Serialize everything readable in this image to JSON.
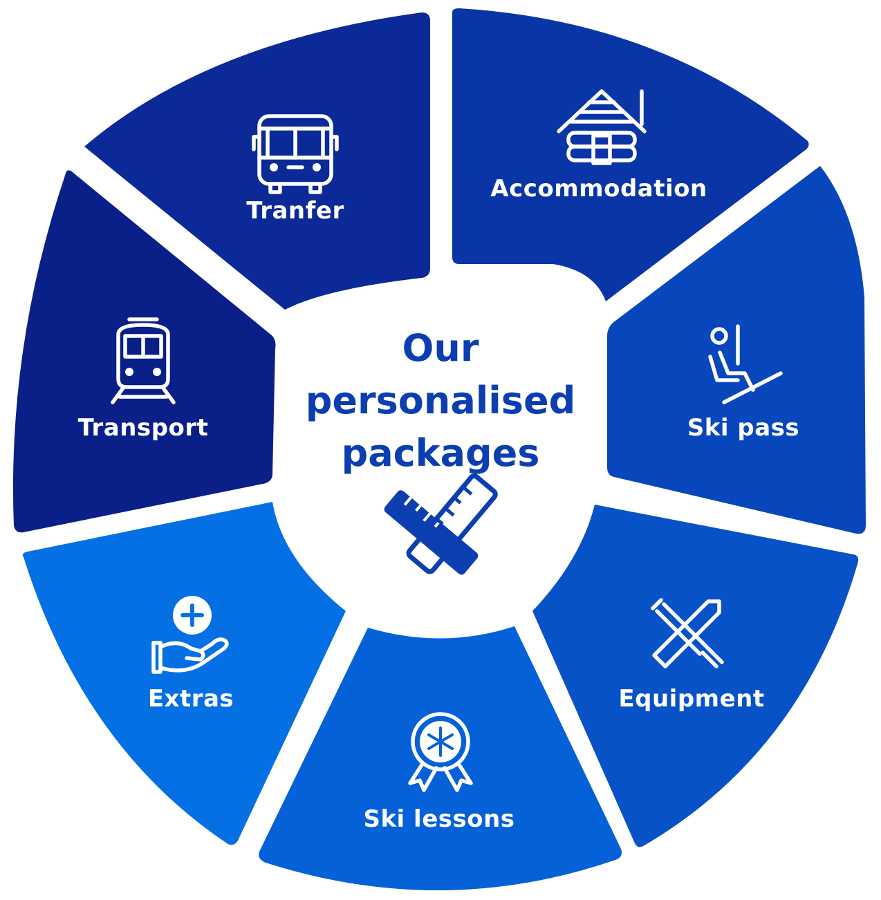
{
  "center": {
    "line1": "Our",
    "line2": "personalised",
    "line3": "packages",
    "icon": "crossed-rulers-icon"
  },
  "segments": [
    {
      "id": "transfer",
      "label": "Tranfer",
      "icon": "bus-icon",
      "color": "#0b2a97"
    },
    {
      "id": "accommodation",
      "label": "Accommodation",
      "icon": "cabin-icon",
      "color": "#0a35a6"
    },
    {
      "id": "ski-pass",
      "label": "Ski pass",
      "icon": "chairlift-icon",
      "color": "#0847bb"
    },
    {
      "id": "equipment",
      "label": "Equipment",
      "icon": "skis-icon",
      "color": "#0752c6"
    },
    {
      "id": "ski-lessons",
      "label": "Ski lessons",
      "icon": "snowflake-badge-icon",
      "color": "#0561d8"
    },
    {
      "id": "extras",
      "label": "Extras",
      "icon": "hand-plus-icon",
      "color": "#0570e3"
    },
    {
      "id": "transport",
      "label": "Transport",
      "icon": "train-icon",
      "color": "#0a1f88"
    }
  ],
  "colors": {
    "center_text": "#0b3fb0",
    "background": "#ffffff"
  }
}
